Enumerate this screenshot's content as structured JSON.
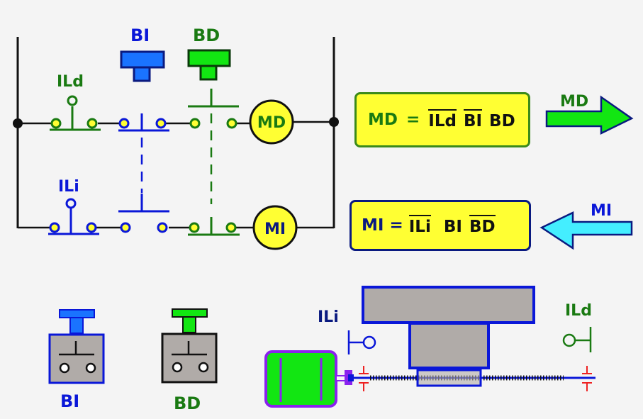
{
  "colors": {
    "blue": "#0a17d8",
    "green": "#1a7a12",
    "bright_green": "#12e612",
    "button_blue": "#1a73ff",
    "yellow": "#ffff33",
    "cyan": "#44eeff",
    "gray": "#b0aba8",
    "purple": "#8a22ee",
    "red": "#ee2222"
  },
  "ladder": {
    "button_labels": {
      "bi": "BI",
      "bd": "BD"
    },
    "limit_labels": {
      "ild": "ILd",
      "ili": "ILi"
    },
    "coils": {
      "md": "MD",
      "mi": "MI"
    }
  },
  "equations": {
    "md": {
      "lhs": "MD",
      "eq": "=",
      "terms": [
        {
          "text": "ILd",
          "negated": true
        },
        {
          "text": "BI",
          "negated": true
        },
        {
          "text": "BD",
          "negated": false
        }
      ]
    },
    "mi": {
      "lhs": "MI",
      "eq": "=",
      "terms": [
        {
          "text": "ILi",
          "negated": true
        },
        {
          "text": "BI",
          "negated": false
        },
        {
          "text": "BD",
          "negated": true
        }
      ]
    }
  },
  "arrows": {
    "right_label": "MD",
    "left_label": "MI"
  },
  "devices": {
    "bi_label": "BI",
    "bd_label": "BD"
  },
  "machine": {
    "left_limit": "ILi",
    "right_limit": "ILd"
  }
}
